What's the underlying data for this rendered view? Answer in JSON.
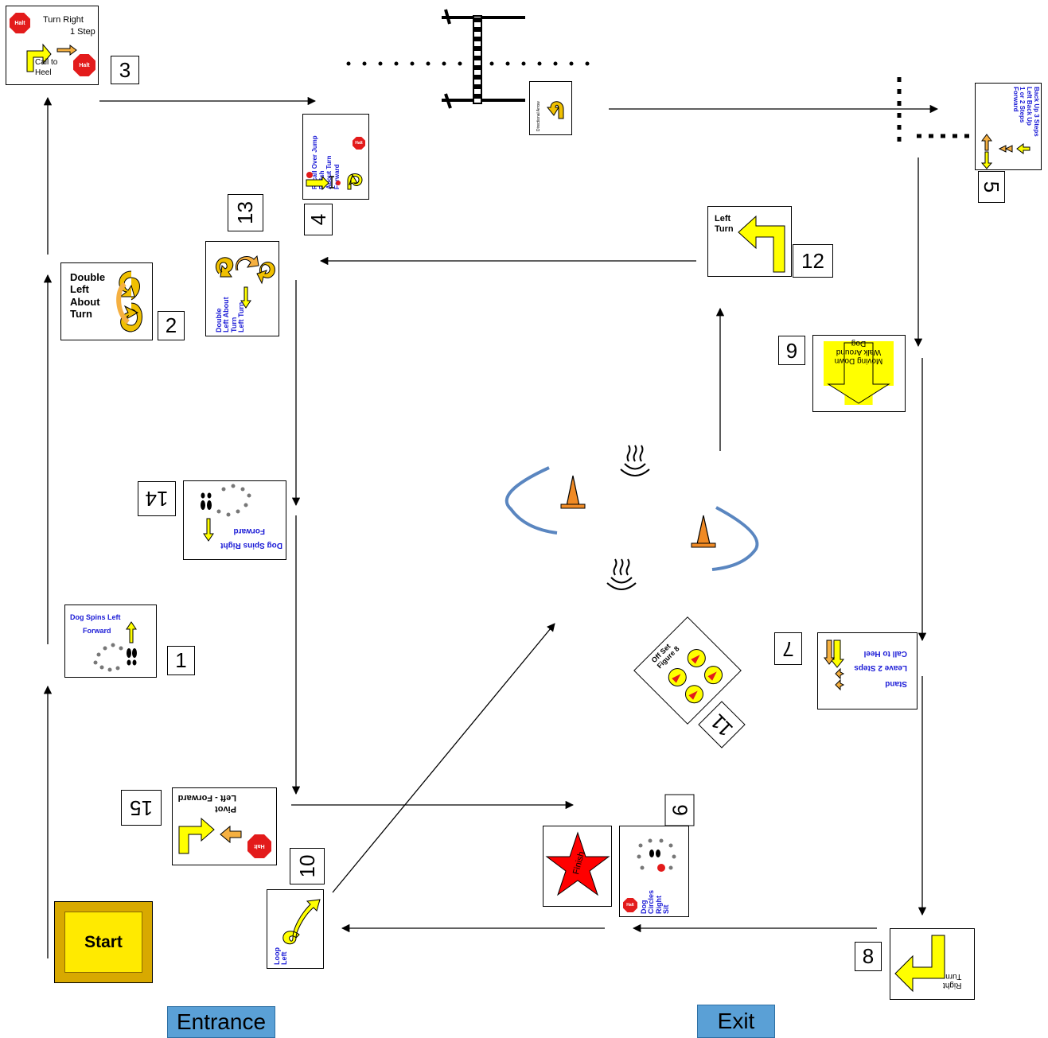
{
  "labels": {
    "entrance": "Entrance",
    "exit": "Exit",
    "start": "Start"
  },
  "stations": {
    "s1": {
      "number": "1",
      "line1": "Dog Spins Left",
      "line2": "Forward"
    },
    "s2": {
      "number": "2",
      "text": "Double Left About Turn"
    },
    "s3": {
      "number": "3",
      "line1": "Turn Right",
      "line2": "1 Step",
      "line3": "Call to",
      "line4": "Heel",
      "halt": "Halt"
    },
    "s4": {
      "number": "4",
      "line1": "Recall Over Jump",
      "line2": "Finish",
      "line3": "About Turn",
      "line4": "Forward"
    },
    "s5": {
      "number": "5",
      "line1": "Back Up 3 Steps",
      "line2": "Left Back Up",
      "line3": "1 or 2 Steps",
      "line4": "Forward"
    },
    "s6": {
      "number": "6",
      "line1": "Moving Down",
      "line2": "Walk Around",
      "line3": "Dog"
    },
    "s7": {
      "number": "7",
      "line1": "Stand",
      "line2": "Leave 2 Steps",
      "line3": "Call to Heel"
    },
    "s8": {
      "number": "8",
      "line1": "Right",
      "line2": "Turn"
    },
    "s9": {
      "number": "9",
      "line1": "Dog",
      "line2": "Circles",
      "line3": "Right",
      "line4": "Sit"
    },
    "s10": {
      "number": "10",
      "line1": "Loop",
      "line2": "Left"
    },
    "s11": {
      "number": "11",
      "line1": "Off Set",
      "line2": "Figure 8"
    },
    "s12": {
      "number": "12",
      "line1": "Left",
      "line2": "Turn"
    },
    "s13": {
      "number": "13",
      "line1": "Double",
      "line2": "Left About",
      "line3": "Turn",
      "line4": "Left Turn"
    },
    "s14": {
      "number": "14",
      "line1": "Dog Spins Right",
      "line2": "Forward"
    },
    "s15": {
      "number": "15",
      "line1": "Pivot",
      "line2": "Left - Forward",
      "halt": "Halt"
    }
  },
  "finish_sign": {
    "text": "Finish"
  },
  "directional_sign": {
    "text": "Directional Arrow"
  },
  "colors": {
    "sign_yellow": "#ffff00",
    "arrow_orange": "#f5b041",
    "halt_red": "#e31b1b",
    "finish_red": "#ff0000",
    "text_blue": "#1a1ad6",
    "label_blue": "#5aa0d6",
    "cone_orange": "#f08a24",
    "arc_blue": "#5a86c0"
  },
  "icons": [
    "halt-sign-icon",
    "arrow-icon",
    "footprint-icon",
    "cone-icon",
    "food-bowl-icon",
    "jump-icon",
    "star-icon"
  ]
}
